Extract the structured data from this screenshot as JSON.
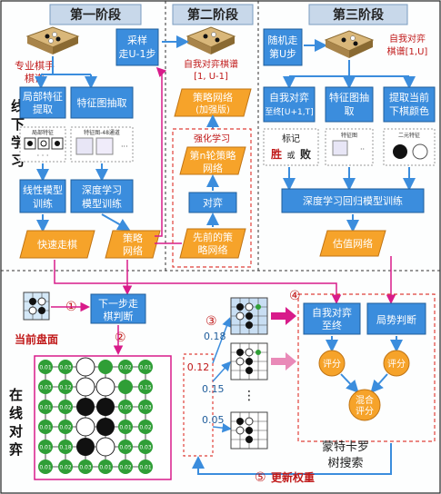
{
  "stages": {
    "s1": "第一阶段",
    "s2": "第二阶段",
    "s3": "第三阶段"
  },
  "side": {
    "offline": [
      "线",
      "下",
      "学",
      "习"
    ],
    "online": [
      "在",
      "线",
      "对",
      "弈"
    ]
  },
  "stage1": {
    "pro_label": [
      "专业棋手",
      "棋谱"
    ],
    "sample": [
      "采样",
      "走U-1步"
    ],
    "local_feature": [
      "局部特征",
      "提取"
    ],
    "feature_extract": "特征图抽取",
    "local_patch_caption": "局部特征",
    "feature48_caption": "特征图-48通道",
    "linear_train": [
      "线性模型",
      "训练"
    ],
    "deep_train": [
      "深度学习",
      "模型训练"
    ],
    "fast_net": "快速走棋",
    "policy_net": [
      "策略",
      "网络"
    ]
  },
  "stage2": {
    "selfplay_label": [
      "自我对弈棋谱",
      "[1, U-1]"
    ],
    "policy_strong": [
      "策略网络",
      "(加强版)"
    ],
    "rl_title": "强化学习",
    "rl_nth": [
      "第n轮策略",
      "网络"
    ],
    "rl_play": "对弈",
    "rl_prev": [
      "先前的策",
      "略网络"
    ]
  },
  "stage3": {
    "random_walk": [
      "随机走",
      "第U步"
    ],
    "selfplay_label": [
      "自我对弈",
      "棋谱[1,U]"
    ],
    "selfplay_end": [
      "自我对弈",
      "至终[U+1,T]"
    ],
    "feature_extract": [
      "特征图抽",
      "取"
    ],
    "color_extract": [
      "提取当前",
      "下棋颜色"
    ],
    "mark": "标记",
    "win": "胜",
    "or": "或",
    "lose": "败",
    "feature_caption": "特征图",
    "binary_caption": "二元特征",
    "value_train": "深度学习回归模型训练",
    "value_net": "估值网络"
  },
  "online": {
    "current_board": "当前盘面",
    "next_move": [
      "下一步走",
      "棋判断"
    ],
    "step_labels": [
      "①",
      "②",
      "③",
      "④",
      "⑤"
    ],
    "probs_board": [
      "0.01",
      "0.03",
      "",
      "0.02",
      "0.01",
      "0.03",
      "0.12",
      "",
      "0.15",
      "0.01",
      "0.02",
      "0.05",
      "0.03",
      "0.01",
      "0.02",
      "0.01",
      "0.02",
      "0.01",
      "0.18",
      "0.05",
      "0.03",
      "0.01",
      "0.02",
      "0.03",
      "0.01",
      "0.02"
    ],
    "branch_probs": [
      "0.18",
      "0.12",
      "0.15",
      "0.05"
    ],
    "ellipsis": "⋮",
    "mcts_selfplay": [
      "自我对弈",
      "至终"
    ],
    "mcts_judge": "局势判断",
    "score_a": "评分",
    "score_b": "评分",
    "mixed": [
      "混合",
      "评分"
    ],
    "mcts_label": [
      "蒙特卡罗",
      "树搜索"
    ],
    "update": "更新权重"
  },
  "colors": {
    "blue_box": "#3b8ddd",
    "orange_box": "#f6a32a",
    "magenta": "#d81b8a",
    "red_dash": "#e0403a",
    "stage_header": "#c8d8ea",
    "green_stone": "#2f9e36"
  }
}
